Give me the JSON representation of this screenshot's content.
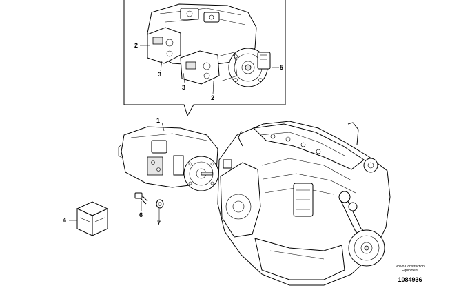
{
  "callouts": {
    "c1": "1",
    "c2a": "2",
    "c2b": "2",
    "c3a": "3",
    "c3b": "3",
    "c4": "4",
    "c5": "5",
    "c6": "6",
    "c7": "7"
  },
  "footer": {
    "publisher_line1": "Volvo Construction",
    "publisher_line2": "Equipment",
    "doc_number": "1084936"
  }
}
